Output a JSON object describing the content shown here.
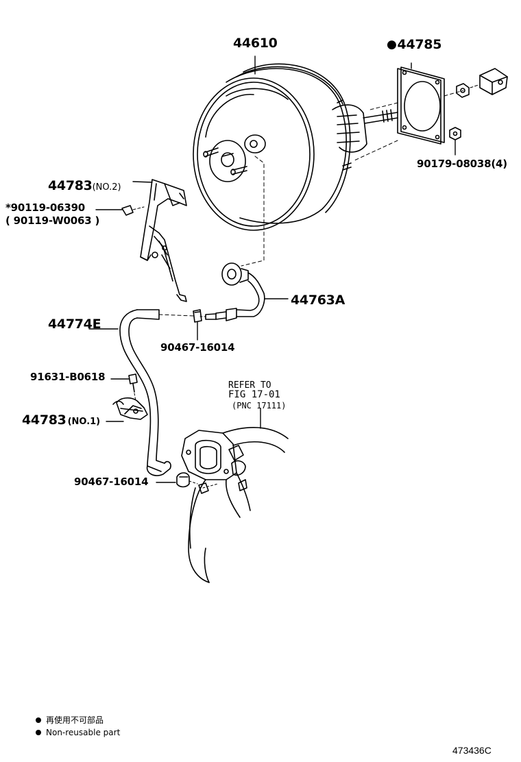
{
  "parts": {
    "booster": "44610",
    "gasket_mark": "●",
    "gasket": "44785",
    "nut": "90179-08038(4)",
    "bracket_no2": "44783",
    "bracket_no2_suffix": "(NO.2)",
    "bolt_a": "*90119-06390",
    "bolt_b": "( 90119-W0063 )",
    "vacuum_pipe": "44763A",
    "hose": "44774E",
    "clip_upper": "90467-16014",
    "bolt_c": "91631-B0618",
    "bracket_no1": "44783",
    "bracket_no1_suffix": "(NO.1)",
    "clip_lower": "90467-16014"
  },
  "refer": {
    "line1": "REFER TO",
    "line2": "FIG 17-01",
    "line3": "(PNC 17111)"
  },
  "legend": {
    "jp": "再使用不可部品",
    "en": "Non-reusable part"
  },
  "doc_number": "473436C"
}
